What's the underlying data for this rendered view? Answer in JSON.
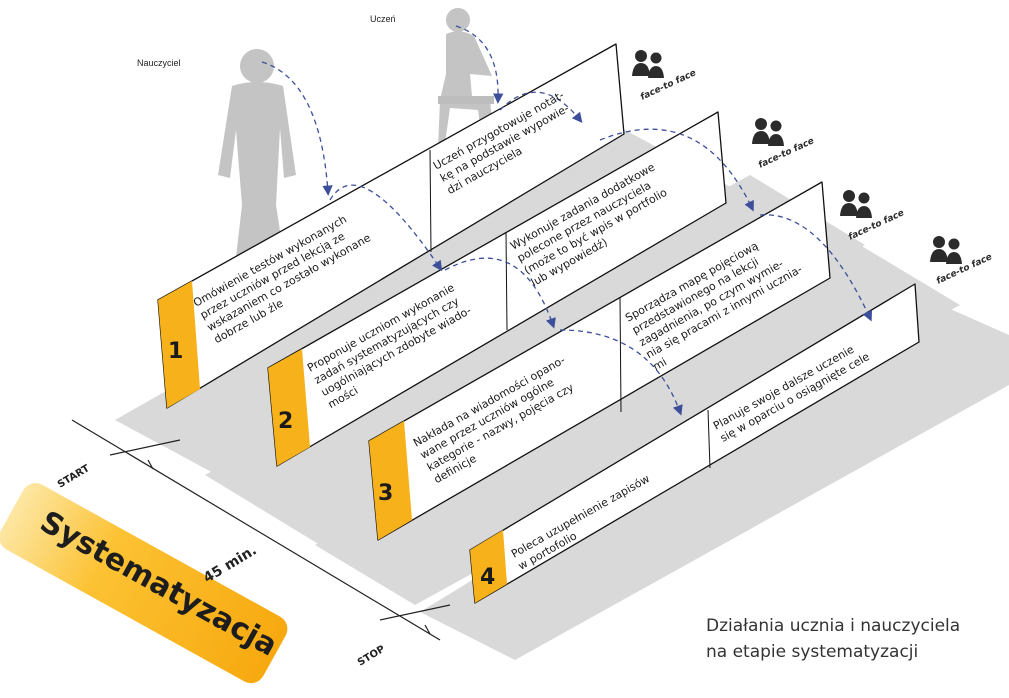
{
  "roles": {
    "teacher": "Nauczyciel",
    "student": "Uczeń"
  },
  "timeline": {
    "start": "START",
    "duration": "45 min.",
    "stop": "STOP"
  },
  "badge": {
    "title": "Systematyzacja"
  },
  "f2f": "face-to face",
  "steps": [
    {
      "number": "1",
      "teacher": [
        "Omówienie testów wykonanych",
        "przez uczniów przed lekcją ze",
        "wskazaniem co zostało wykonane",
        "dobrze lub źle"
      ],
      "student": [
        "Uczeń przygotowuje notat-",
        "kę na podstawie wypowie-",
        "dzi nauczyciela"
      ]
    },
    {
      "number": "2",
      "teacher": [
        "Proponuje uczniom wykonanie",
        "zadań systematyzujących czy",
        "uogólniających zdobyte wiado-",
        "mości"
      ],
      "student": [
        "Wykonuje zadania dodatkowe",
        "polecone przez nauczyciela",
        "(może to być wpis w portfolio",
        "lub wypowiedź)"
      ]
    },
    {
      "number": "3",
      "teacher": [
        "Nakłada na wiadomości opano-",
        "wane przez uczniów ogólne",
        "kategorie - nazwy, pojęcia czy",
        "definicje"
      ],
      "student": [
        "Sporządza mapę pojęciową",
        "przedstawionego na lekcji",
        "zagadnienia, po czym wymie-",
        "nia się pracami z innymi ucznia-",
        "mi"
      ]
    },
    {
      "number": "4",
      "teacher": [
        "Poleca uzupełnienie zapisów",
        "w portofolio"
      ],
      "student": [
        "Planuje swoje dalsze uczenie",
        "się w oparciu o osiągnięte cele"
      ]
    }
  ],
  "caption": {
    "line1": "Działania ucznia i nauczyciela",
    "line2": "na etapie systematyzacji"
  },
  "colors": {
    "accent": "#f7b21b",
    "accent_dark": "#e39a07",
    "floor": "#d9d9d9",
    "figure": "#c4c4c4",
    "arrow": "#3d4f9a",
    "icon": "#2b2b2b"
  }
}
